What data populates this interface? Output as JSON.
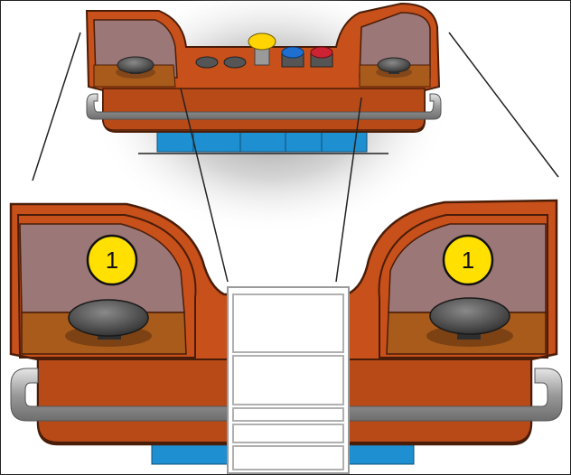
{
  "callouts": [
    {
      "id": "left",
      "number": "1"
    },
    {
      "id": "right",
      "number": "1"
    }
  ],
  "colors": {
    "console_body": "#c8501a",
    "console_shadow": "#8a3a12",
    "panel_glass": "#9c7777",
    "armrest": "#a85b1a",
    "joystick": "#4a4a4a",
    "handrail": "#9a9a9a",
    "base_blue": "#1e8fd0",
    "callout_fill": "#ffe000",
    "button_yellow": "#ffd400",
    "button_blue": "#1e6fd0",
    "button_red": "#cc2233",
    "button_grey": "#555555"
  },
  "icons": [
    "joystick-icon",
    "emergency-stop-button-icon",
    "push-button-icon",
    "handrail-icon"
  ]
}
